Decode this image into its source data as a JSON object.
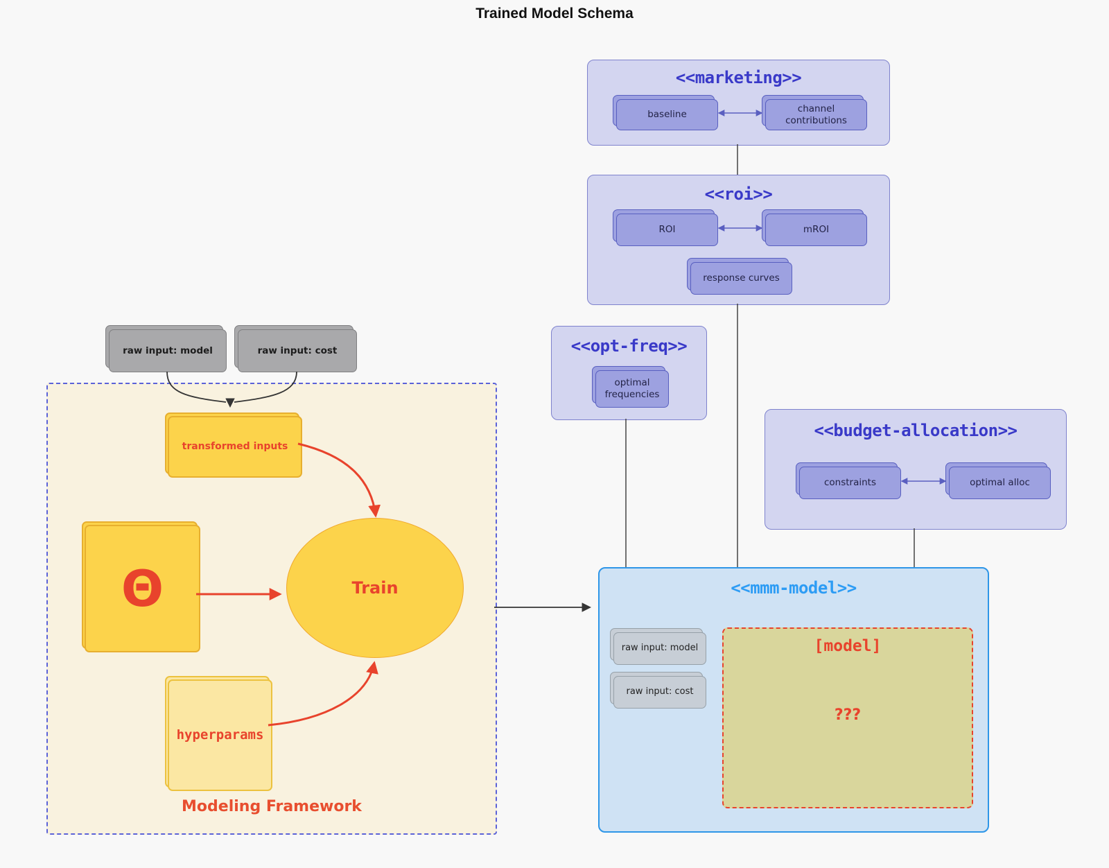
{
  "page_title": "Trained Model Schema",
  "raw_inputs": {
    "model": "raw input: model",
    "cost": "raw input: cost"
  },
  "modeling_framework": {
    "label": "Modeling Framework",
    "transformed_inputs": "transformed inputs",
    "theta": "Θ",
    "train": "Train",
    "hyperparams": "hyperparams"
  },
  "marketing": {
    "title": "<<marketing>>",
    "baseline": "baseline",
    "channel_contributions": "channel contributions"
  },
  "roi": {
    "title": "<<roi>>",
    "roi": "ROI",
    "mroi": "mROI",
    "response_curves": "response curves"
  },
  "opt_freq": {
    "title": "<<opt-freq>>",
    "optimal_frequencies": "optimal frequencies"
  },
  "budget_allocation": {
    "title": "<<budget-allocation>>",
    "constraints": "constraints",
    "optimal_alloc": "optimal alloc"
  },
  "mmm_model": {
    "title": "<<mmm-model>>",
    "raw_input_model": "raw input: model",
    "raw_input_cost": "raw input: cost",
    "model_label": "[model]",
    "model_placeholder": "???"
  },
  "colors": {
    "accent_red": "#e8432c",
    "indigo_title": "#3939c8",
    "blue_title": "#2d9cf4",
    "panel_lavender": "#d3d5f0",
    "node_purple": "#9da1e0",
    "mmm_fill": "#cfe2f4",
    "mmm_border": "#2e96e8",
    "framework_cream": "#f9f2df",
    "node_yellow": "#fcd34b",
    "hyperparams_yellow": "#fbe7a3",
    "model_khaki": "#d9d69c",
    "gray_node": "#a9a9ab",
    "gray_node_light": "#c7ced6"
  }
}
